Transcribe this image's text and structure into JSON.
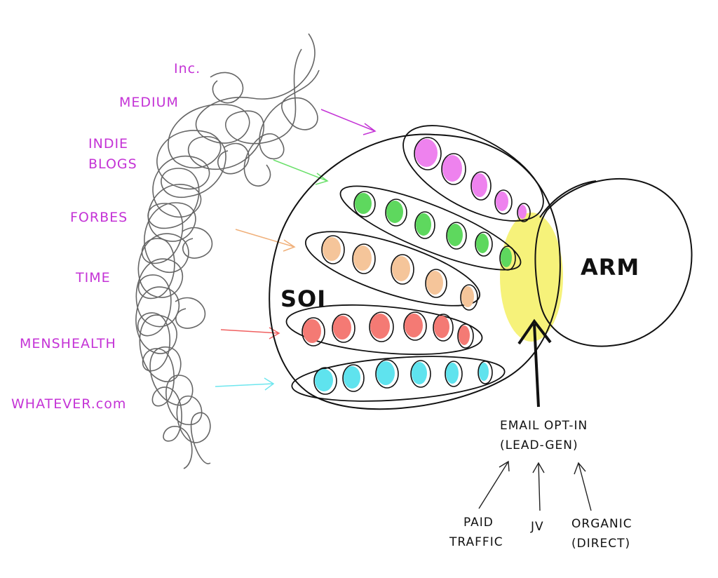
{
  "sources": [
    {
      "label": "Inc.",
      "color": "#c433d6"
    },
    {
      "label": "MEDIUM",
      "color": "#c433d6"
    },
    {
      "label": "INDIE",
      "color": "#c433d6"
    },
    {
      "label": "BLOGS",
      "color": "#c433d6"
    },
    {
      "label": "FORBES",
      "color": "#c433d6"
    },
    {
      "label": "TIME",
      "color": "#c433d6"
    },
    {
      "label": "MENSHEALTH",
      "color": "#c433d6"
    },
    {
      "label": "WHATEVER.com",
      "color": "#c433d6"
    }
  ],
  "soi_label": "SOI",
  "arm_label": "ARM",
  "optin": {
    "line1": "EMAIL OPT-IN",
    "line2": "(LEAD-GEN)"
  },
  "channels": {
    "paid_line1": "PAID",
    "paid_line2": "TRAFFIC",
    "jv": "JV",
    "organic_line1": "ORGANIC",
    "organic_line2": "(DIRECT)"
  },
  "row_colors": {
    "magenta": "#ee82ee",
    "green": "#5ed85e",
    "orange": "#f5c59a",
    "red": "#f47a74",
    "cyan": "#5fe3ee"
  },
  "overlap_color": "#f6f27a"
}
